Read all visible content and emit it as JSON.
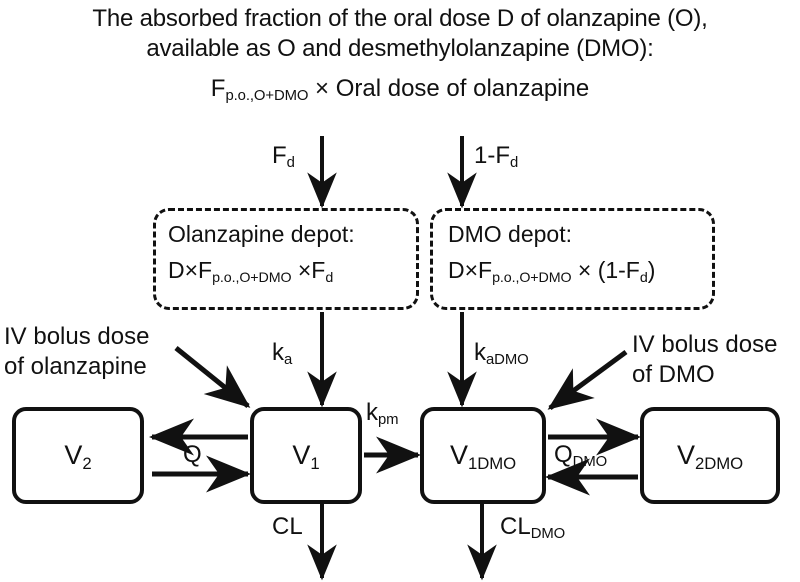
{
  "header": {
    "line1": "The absorbed fraction of the oral dose D of olanzapine (O),",
    "line2": "available as O and desmethylolanzapine (DMO):",
    "formula_prefix": "F",
    "formula_sub": "p.o.,O+DMO",
    "formula_suffix": " × Oral dose of olanzapine"
  },
  "split_arrows": {
    "left_label": "F",
    "left_label_sub": "d",
    "right_label_prefix": "1-F",
    "right_label_sub": "d"
  },
  "depots": {
    "olanzapine": {
      "title": "Olanzapine depot:",
      "formula_prefix": "D×F",
      "formula_sub": "p.o.,O+DMO",
      "formula_suffix": " ×F",
      "formula_suffix_sub": "d"
    },
    "dmo": {
      "title": "DMO depot:",
      "formula_prefix": "D×F",
      "formula_sub": "p.o.,O+DMO",
      "formula_suffix": " × (1-F",
      "formula_suffix_sub": "d",
      "formula_tail": ")"
    }
  },
  "absorption": {
    "ka_prefix": "k",
    "ka_sub": "a",
    "kadmo_prefix": "k",
    "kadmo_sub": "aDMO"
  },
  "iv_doses": {
    "olanzapine_line1": "IV bolus dose",
    "olanzapine_line2": "of olanzapine",
    "dmo_line1": "IV bolus dose",
    "dmo_line2": "of DMO"
  },
  "compartments": {
    "v2": {
      "prefix": "V",
      "sub": "2"
    },
    "v1": {
      "prefix": "V",
      "sub": "1"
    },
    "v1dmo": {
      "prefix": "V",
      "sub": "1DMO"
    },
    "v2dmo": {
      "prefix": "V",
      "sub": "2DMO"
    }
  },
  "transfers": {
    "q": "Q",
    "qdmo_prefix": "Q",
    "qdmo_sub": "DMO",
    "kpm_prefix": "k",
    "kpm_sub": "pm"
  },
  "clearance": {
    "cl": "CL",
    "cldmo_prefix": "CL",
    "cldmo_sub": "DMO"
  },
  "colors": {
    "ink": "#111111",
    "background": "#ffffff"
  }
}
